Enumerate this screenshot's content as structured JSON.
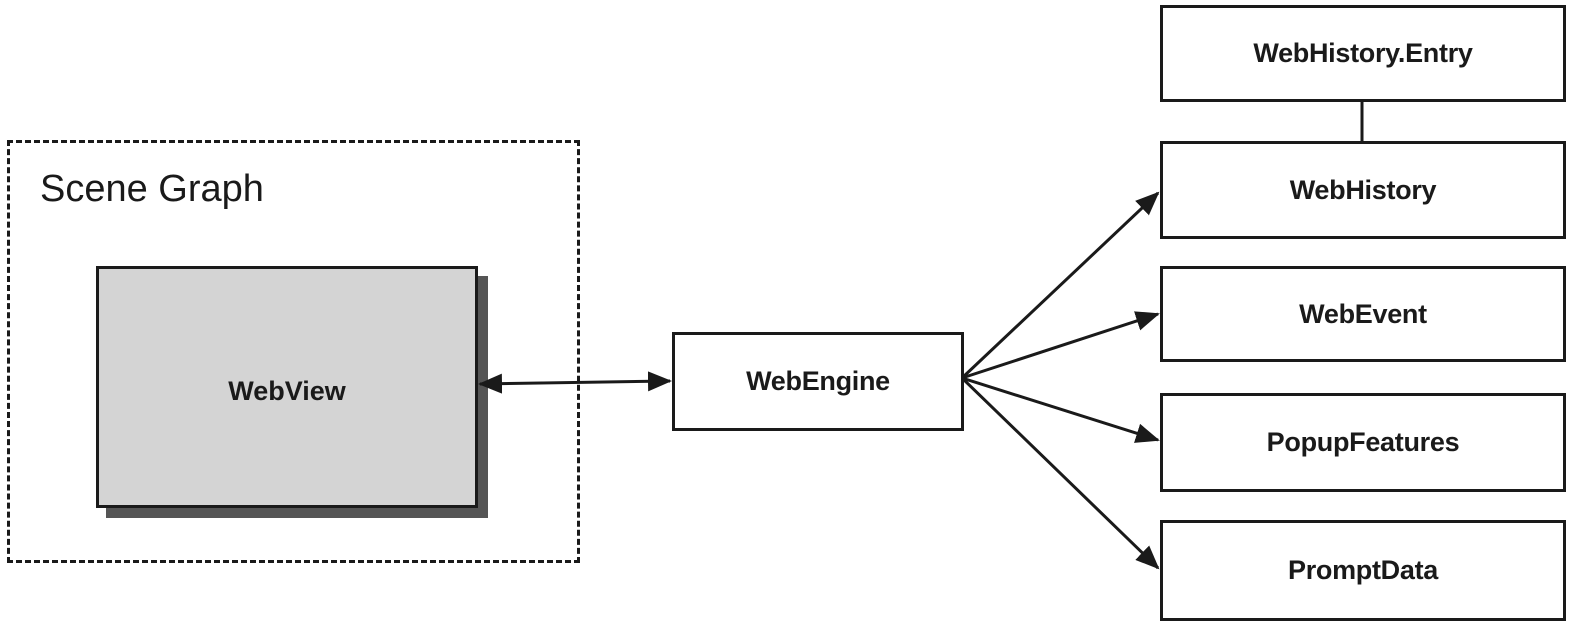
{
  "scene_graph": {
    "title": "Scene Graph",
    "webview_label": "WebView"
  },
  "engine": {
    "label": "WebEngine"
  },
  "components": {
    "history_entry": "WebHistory.Entry",
    "history": "WebHistory",
    "event": "WebEvent",
    "popup": "PopupFeatures",
    "prompt": "PromptData"
  },
  "colors": {
    "stroke": "#1a1a1a",
    "webview_fill": "#d4d4d4",
    "shadow": "#555555",
    "background": "#ffffff"
  }
}
